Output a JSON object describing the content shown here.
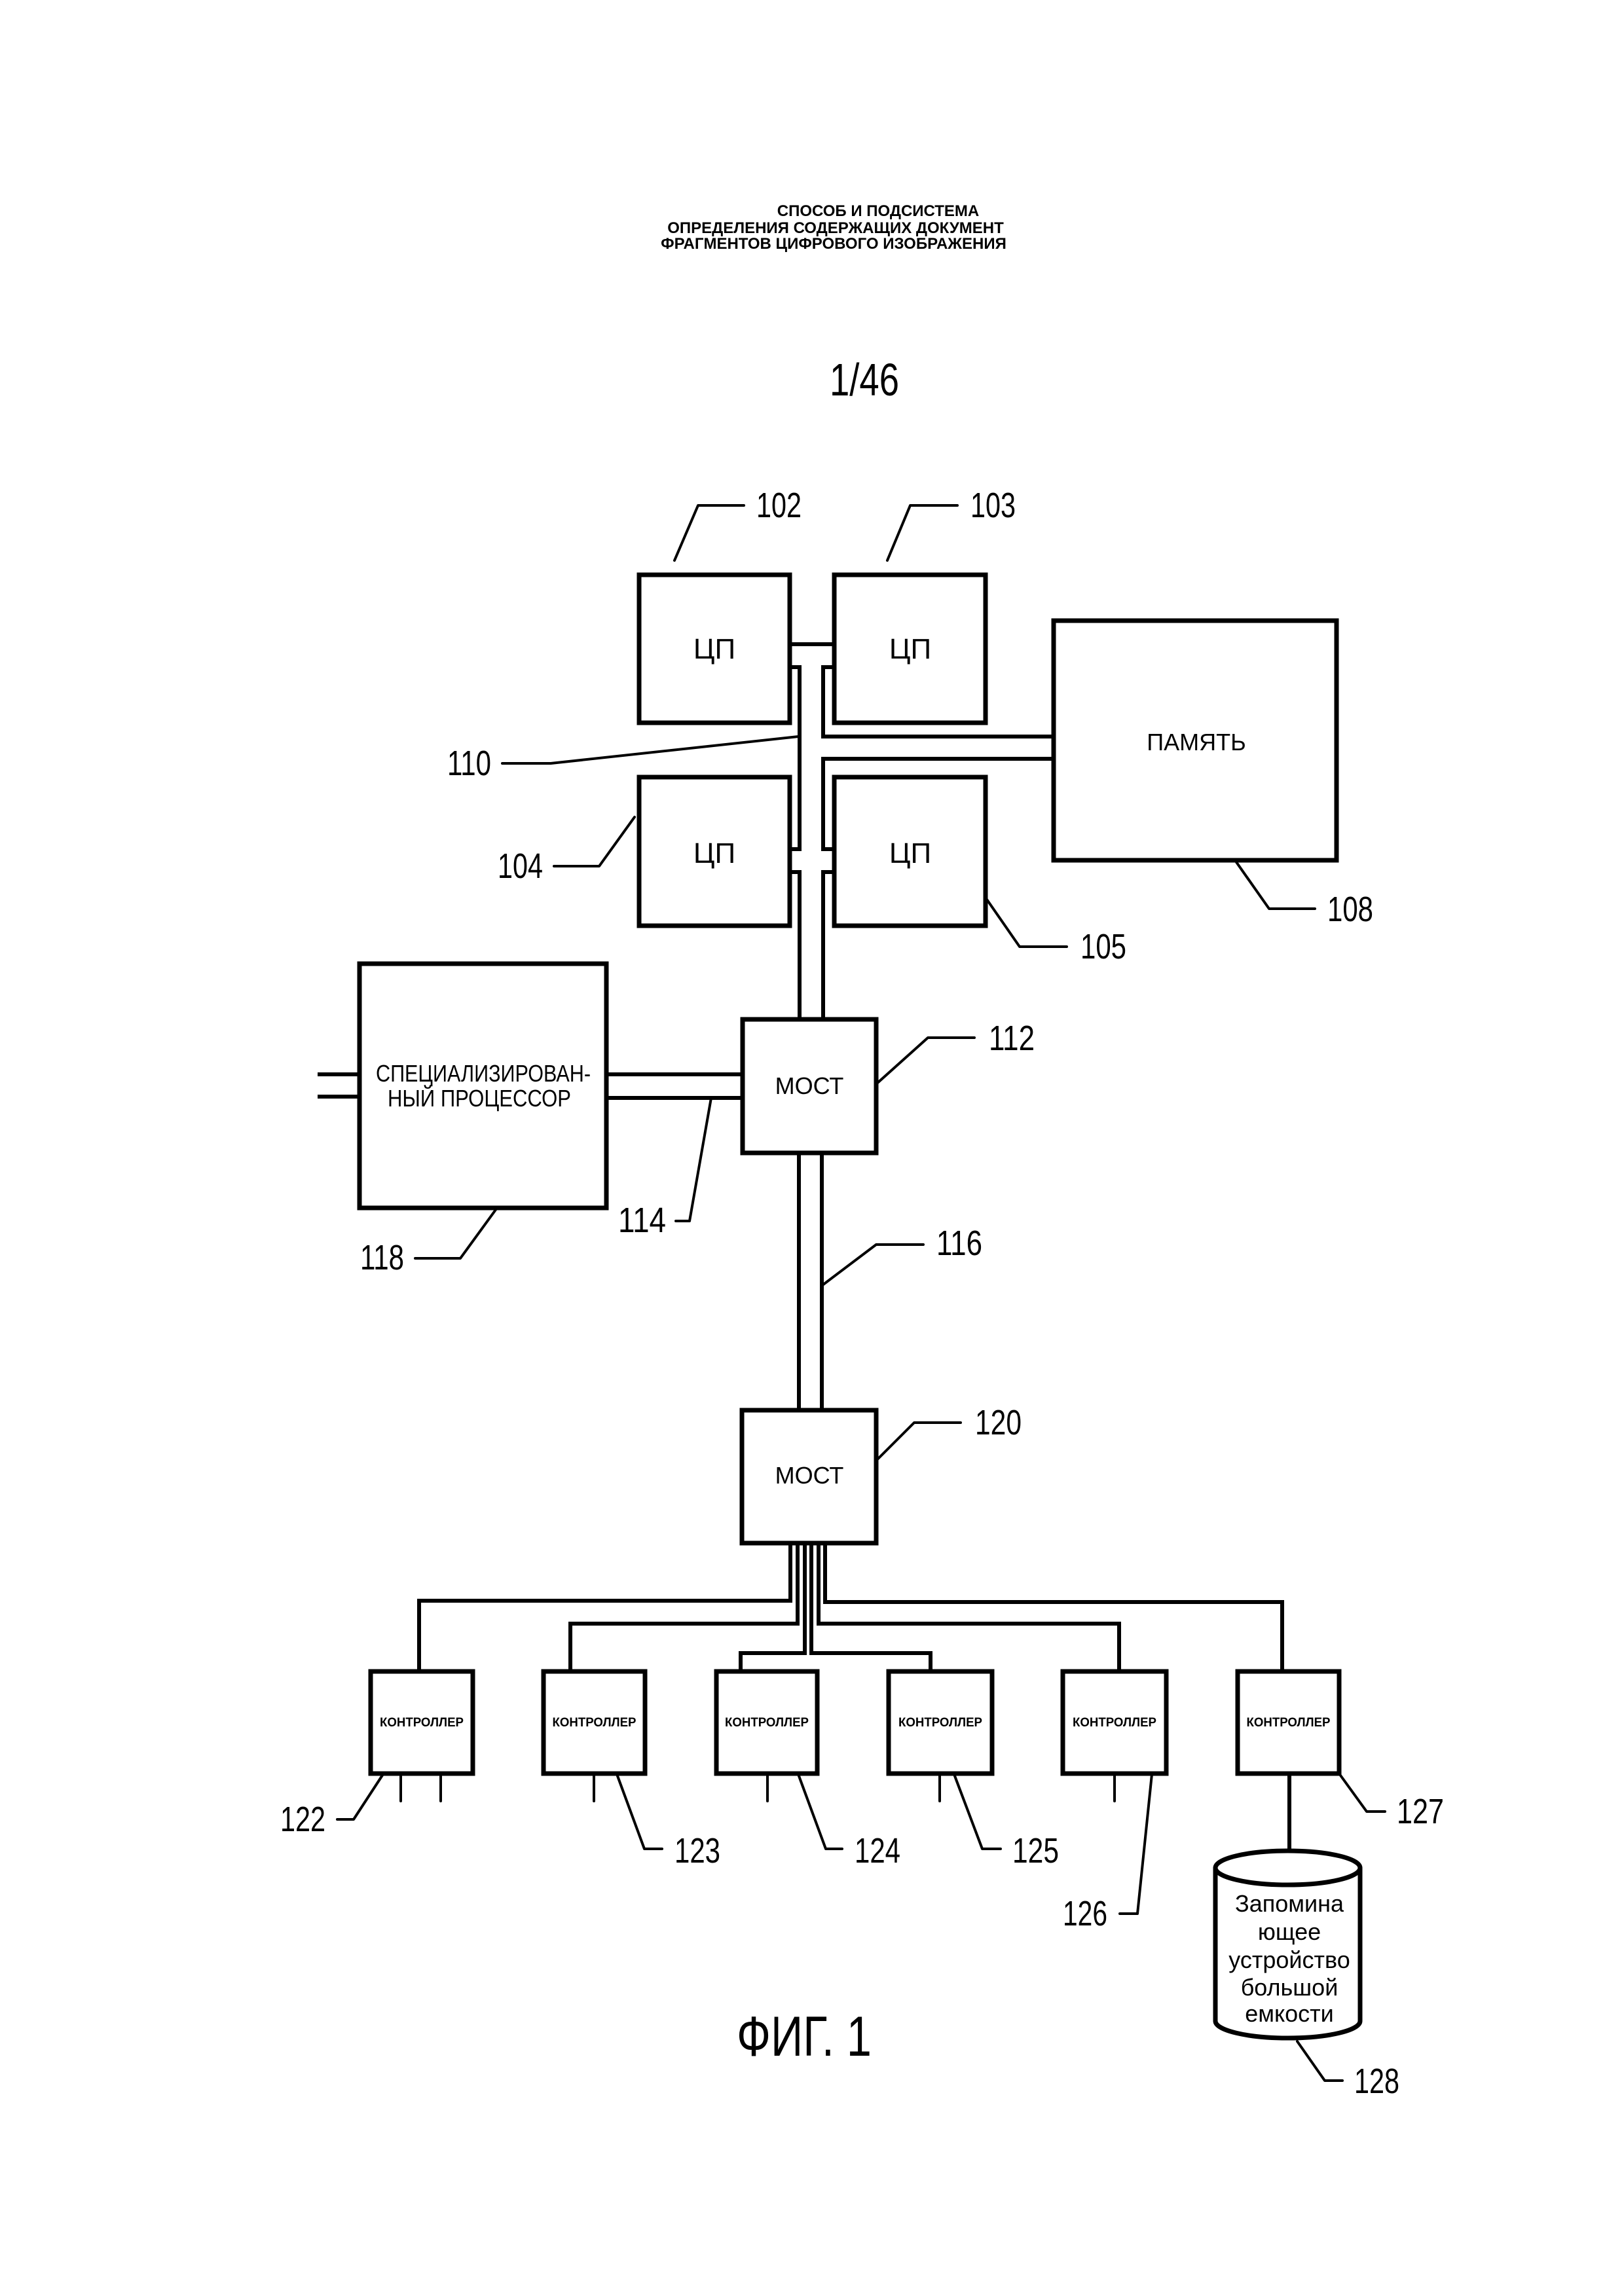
{
  "header": {
    "title_lines": [
      "СПОСОБ И ПОДСИСТЕМА",
      "ОПРЕДЕЛЕНИЯ СОДЕРЖАЩИХ ДОКУМЕНТ",
      "ФРАГМЕНТОВ ЦИФРОВОГО ИЗОБРАЖЕНИЯ"
    ],
    "sheet_number": "1/46"
  },
  "diagram": {
    "cpus": [
      {
        "ref": "102",
        "label": "ЦП"
      },
      {
        "ref": "103",
        "label": "ЦП"
      },
      {
        "ref": "104",
        "label": "ЦП"
      },
      {
        "ref": "105",
        "label": "ЦП"
      }
    ],
    "memory": {
      "ref": "108",
      "label": "ПАМЯТЬ"
    },
    "processor_bus": {
      "ref": "110"
    },
    "bridge_upper": {
      "ref": "112",
      "label": "МОСТ"
    },
    "bus_114": {
      "ref": "114"
    },
    "bus_116": {
      "ref": "116"
    },
    "specialized_processor": {
      "ref": "118",
      "label_lines": [
        "СПЕЦИАЛИЗИРОВАН-",
        "НЫЙ ПРОЦЕССОР"
      ]
    },
    "bridge_lower": {
      "ref": "120",
      "label": "МОСТ"
    },
    "controllers": [
      {
        "ref": "122",
        "label": "КОНТРОЛЛЕР"
      },
      {
        "ref": "123",
        "label": "КОНТРОЛЛЕР"
      },
      {
        "ref": "124",
        "label": "КОНТРОЛЛЕР"
      },
      {
        "ref": "125",
        "label": "КОНТРОЛЛЕР"
      },
      {
        "ref": "126",
        "label": "КОНТРОЛЛЕР"
      },
      {
        "ref": "127",
        "label": "КОНТРОЛЛЕР"
      }
    ],
    "mass_storage": {
      "ref": "128",
      "label_lines": [
        "Запомина",
        "ющее",
        "устройство",
        "большой",
        "емкости"
      ]
    }
  },
  "caption": "ФИГ. 1"
}
